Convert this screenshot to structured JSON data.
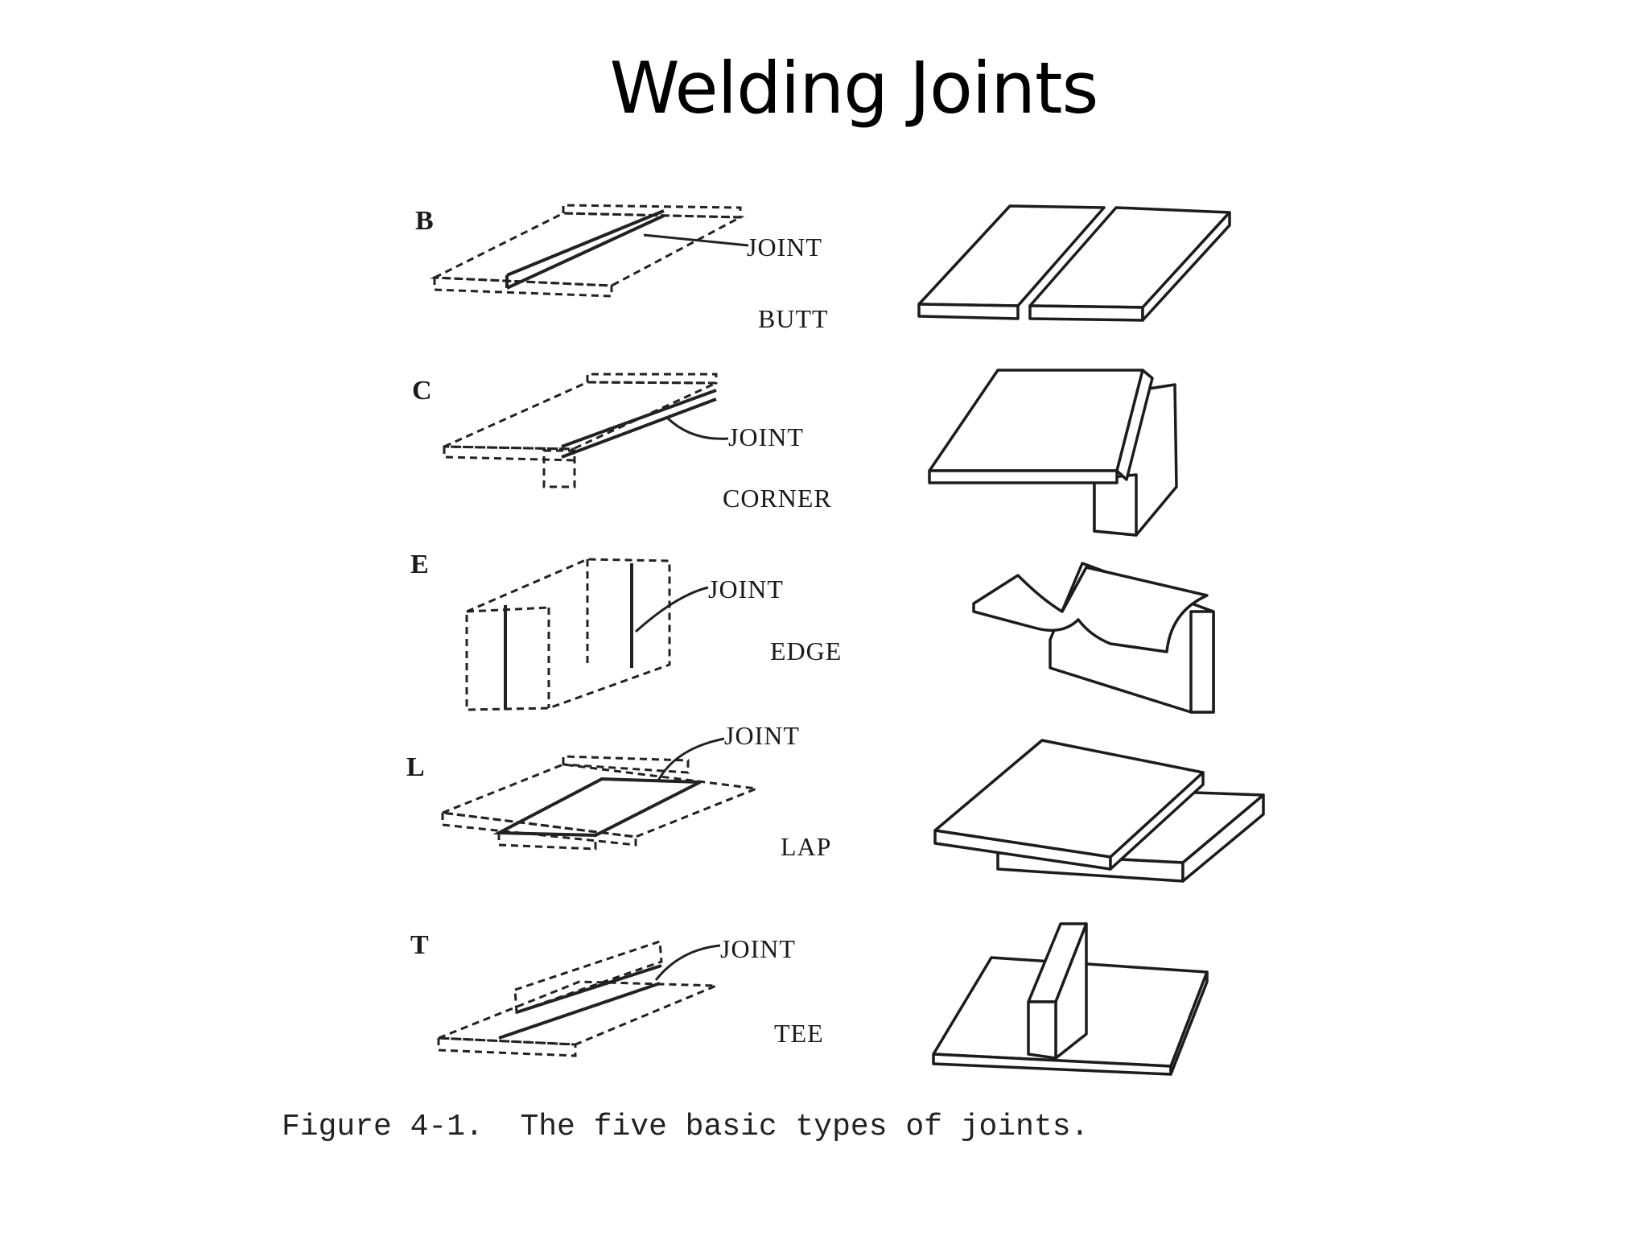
{
  "title": "Welding Joints",
  "joints": [
    {
      "letter": "B",
      "joint_label": "JOINT",
      "type_label": "BUTT"
    },
    {
      "letter": "C",
      "joint_label": "JOINT",
      "type_label": "CORNER"
    },
    {
      "letter": "E",
      "joint_label": "JOINT",
      "type_label": "EDGE"
    },
    {
      "letter": "L",
      "joint_label": "JOINT",
      "type_label": "LAP"
    },
    {
      "letter": "T",
      "joint_label": "JOINT",
      "type_label": "TEE"
    }
  ],
  "caption": "Figure 4-1.  The five basic types of joints."
}
